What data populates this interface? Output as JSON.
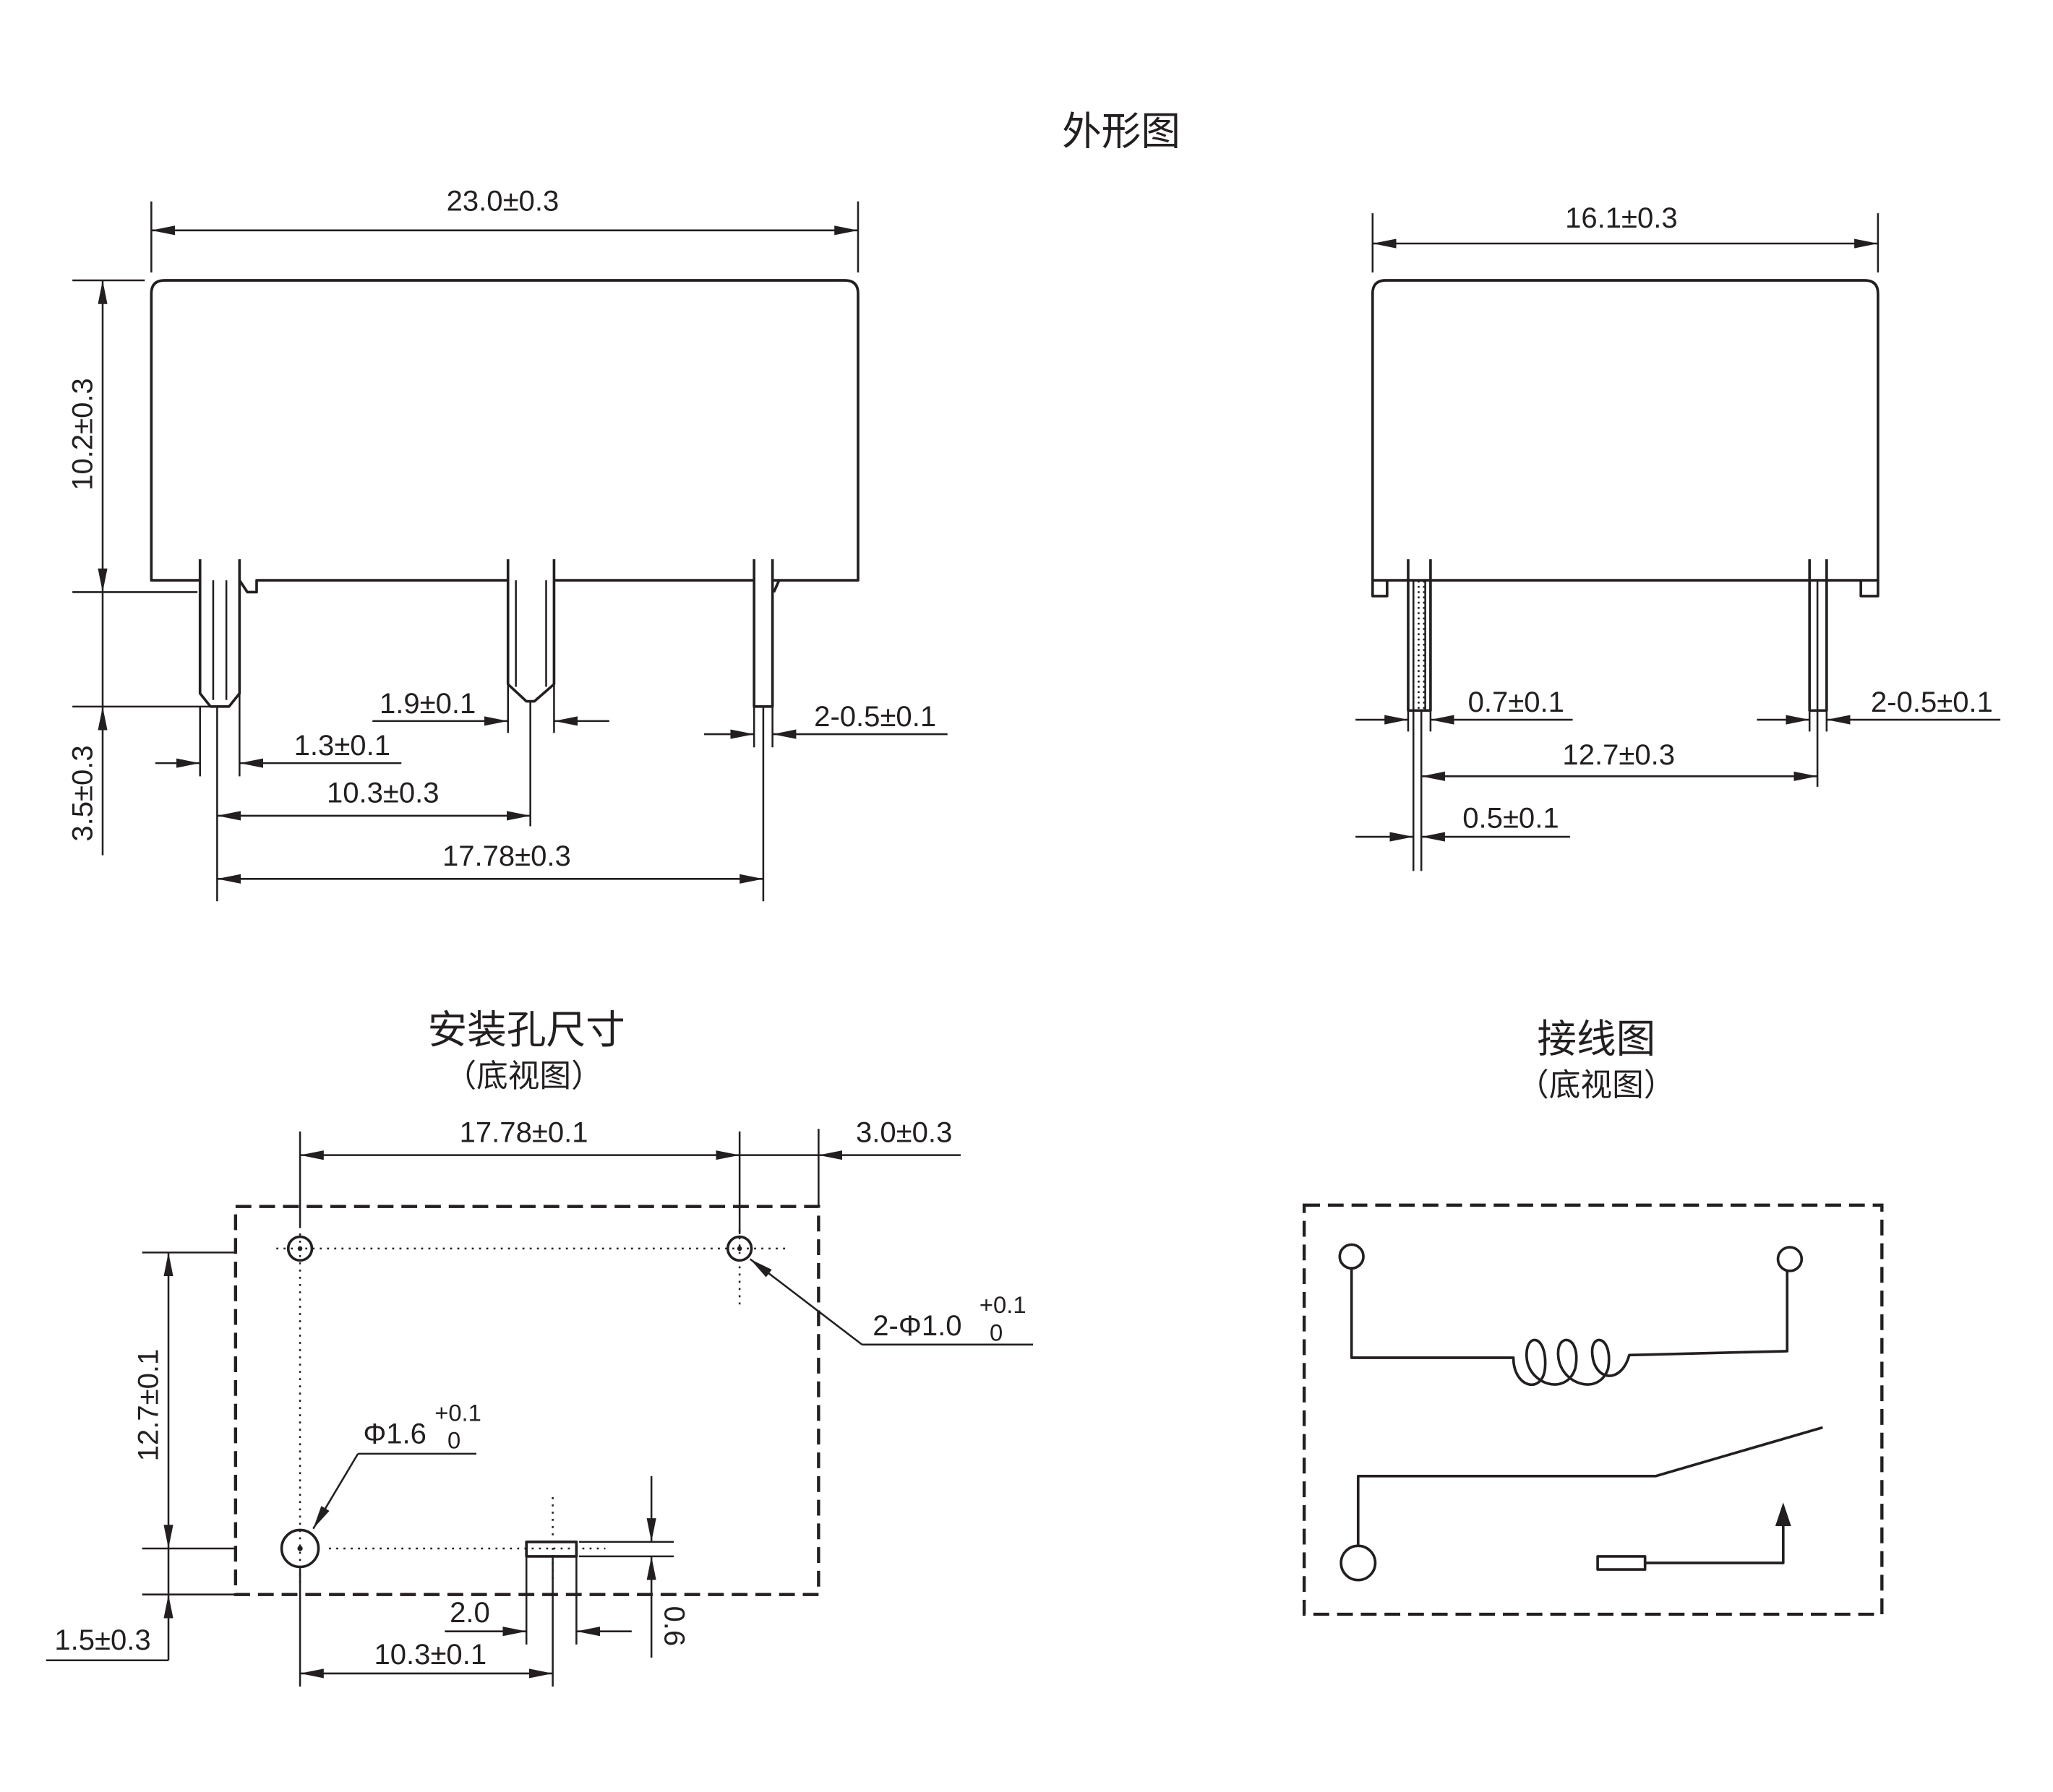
{
  "colors": {
    "ink": "#231f20",
    "background": "#ffffff"
  },
  "outline": {
    "title": "外形图",
    "front": {
      "width": "23.0±0.3",
      "height": "10.2±0.3",
      "pin_length": "3.5±0.3",
      "mid_pin_width": "1.9±0.1",
      "left_pin_width": "1.3±0.1",
      "mid_pitch": "10.3±0.3",
      "total_pitch": "17.78±0.3",
      "right_pin_width": "2-0.5±0.1"
    },
    "side": {
      "width": "16.1±0.3",
      "left_pin_width": "0.7±0.1",
      "right_pin_width": "2-0.5±0.1",
      "pitch": "12.7±0.3",
      "left_pin_thickness": "0.5±0.1"
    }
  },
  "mounting": {
    "title": "安装孔尺寸",
    "subtitle": "（底视图）",
    "pitch_x": "17.78±0.1",
    "edge_x": "3.0±0.3",
    "small_holes": "2-Φ1.0",
    "small_tol_upper": "+0.1",
    "small_tol_lower": "0",
    "pitch_y": "12.7±0.1",
    "large_hole": "Φ1.6",
    "large_tol_upper": "+0.1",
    "large_tol_lower": "0",
    "edge_y": "1.5±0.3",
    "slot_width": "2.0",
    "slot_height": "0.6",
    "slot_pitch": "10.3±0.1"
  },
  "wiring": {
    "title": "接线图",
    "subtitle": "（底视图）"
  }
}
